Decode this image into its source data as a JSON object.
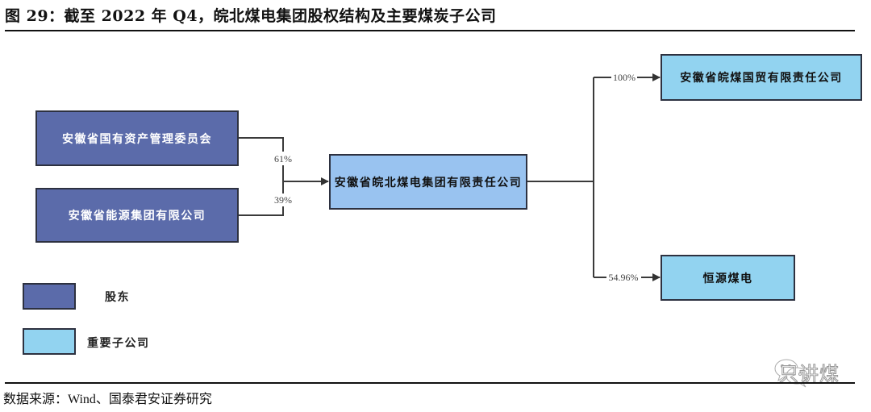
{
  "figure": {
    "title": "图 29：截至 2022 年 Q4，皖北煤电集团股权结构及主要煤炭子公司",
    "source": "数据来源：Wind、国泰君安证券研究"
  },
  "shareholders": [
    {
      "name": "安徽省国有资产管理委员会",
      "stake": "61%"
    },
    {
      "name": "安徽省能源集团有限公司",
      "stake": "39%"
    }
  ],
  "parent": {
    "name": "安徽省皖北煤电集团有限责任公司"
  },
  "subsidiaries": [
    {
      "name": "安徽省皖煤国贸有限责任公司",
      "stake": "100%"
    },
    {
      "name": "恒源煤电",
      "stake": "54.96%"
    }
  ],
  "legend": [
    {
      "label": "股东",
      "color": "#5b6baa"
    },
    {
      "label": "重要子公司",
      "color": "#92d3f0"
    }
  ],
  "watermark": {
    "text": "只讲煤",
    "icon": "wechat-icon"
  },
  "colors": {
    "shareholder": "#5b6baa",
    "parent": "#99c3f0",
    "subsidiary": "#92d3f0",
    "line": "#3a3a3a"
  }
}
